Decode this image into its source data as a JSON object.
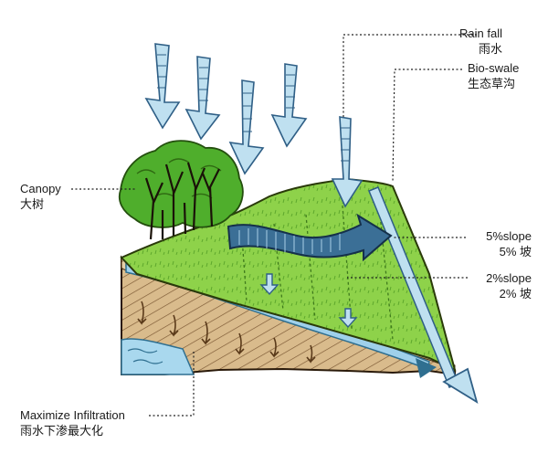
{
  "colors": {
    "grass": "#8cd247",
    "grass_dark": "#5fae2a",
    "soil": "#d8b98a",
    "soil_dark": "#6b4a2a",
    "soil_light": "#e8d3b2",
    "water_arrow": "#bfe0f0",
    "water_arrow_stroke": "#4a7fa0",
    "flow_arrow": "#2f5f86",
    "tree": "#4a9e2a",
    "ink": "#1a1a1a"
  },
  "labels": {
    "rainfall": {
      "en": "Rain fall",
      "zh": "雨水"
    },
    "bioswale": {
      "en": "Bio-swale",
      "zh": "生态草沟"
    },
    "canopy": {
      "en": "Canopy",
      "zh": "大树"
    },
    "slope5": {
      "en": "5%slope",
      "zh": "5% 坡"
    },
    "slope2": {
      "en": "2%slope",
      "zh": "2% 坡"
    },
    "infiltration": {
      "en": "Maximize Infiltration",
      "zh": "雨水下渗最大化"
    }
  }
}
